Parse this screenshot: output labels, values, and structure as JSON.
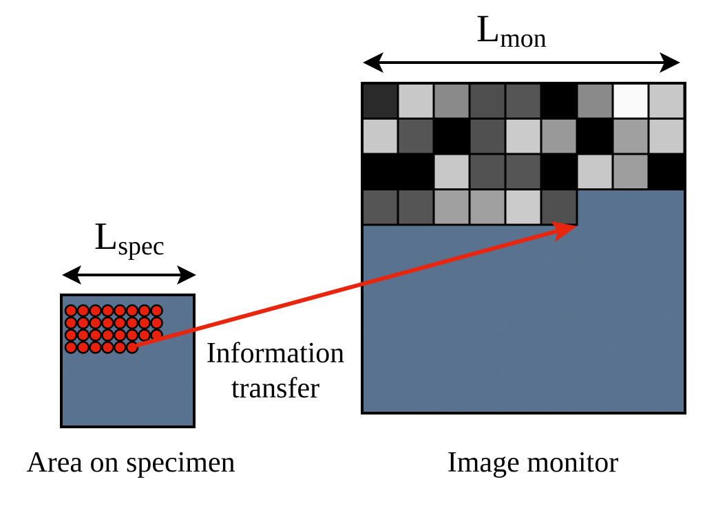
{
  "labels": {
    "lmon_main": "L",
    "lmon_sub": "mon",
    "lspec_main": "L",
    "lspec_sub": "spec",
    "transfer_line1": "Information",
    "transfer_line2": "transfer",
    "specimen_caption": "Area on specimen",
    "monitor_caption": "Image monitor"
  },
  "colors": {
    "background": "#ffffff",
    "panel_fill": "#5b7592",
    "panel_border": "#000000",
    "probe_dot": "#e8210f",
    "transfer_arrow": "#e8250f",
    "dimension_arrow": "#000000"
  },
  "specimen": {
    "probe_rows": [
      8,
      8,
      8,
      6
    ]
  },
  "monitor": {
    "pixel_rows": [
      [
        "#2a2a2a",
        "#c8c8c8",
        "#8a8a8a",
        "#4e4e4e",
        "#555555",
        "#000000",
        "#8a8a8a",
        "#fafafa",
        "#c8c8c8"
      ],
      [
        "#c8c8c8",
        "#555555",
        "#000000",
        "#505050",
        "#cbcbcb",
        "#999999",
        "#000000",
        "#a0a0a0",
        "#c8c8c8"
      ],
      [
        "#000000",
        "#000000",
        "#c8c8c8",
        "#525252",
        "#555555",
        "#000000",
        "#c8c8c8",
        "#9e9e9e",
        "#000000"
      ],
      [
        "#555555",
        "#555555",
        "#a0a0a0",
        "#a0a0a0",
        "#cbcbcb",
        "#505050"
      ]
    ]
  }
}
